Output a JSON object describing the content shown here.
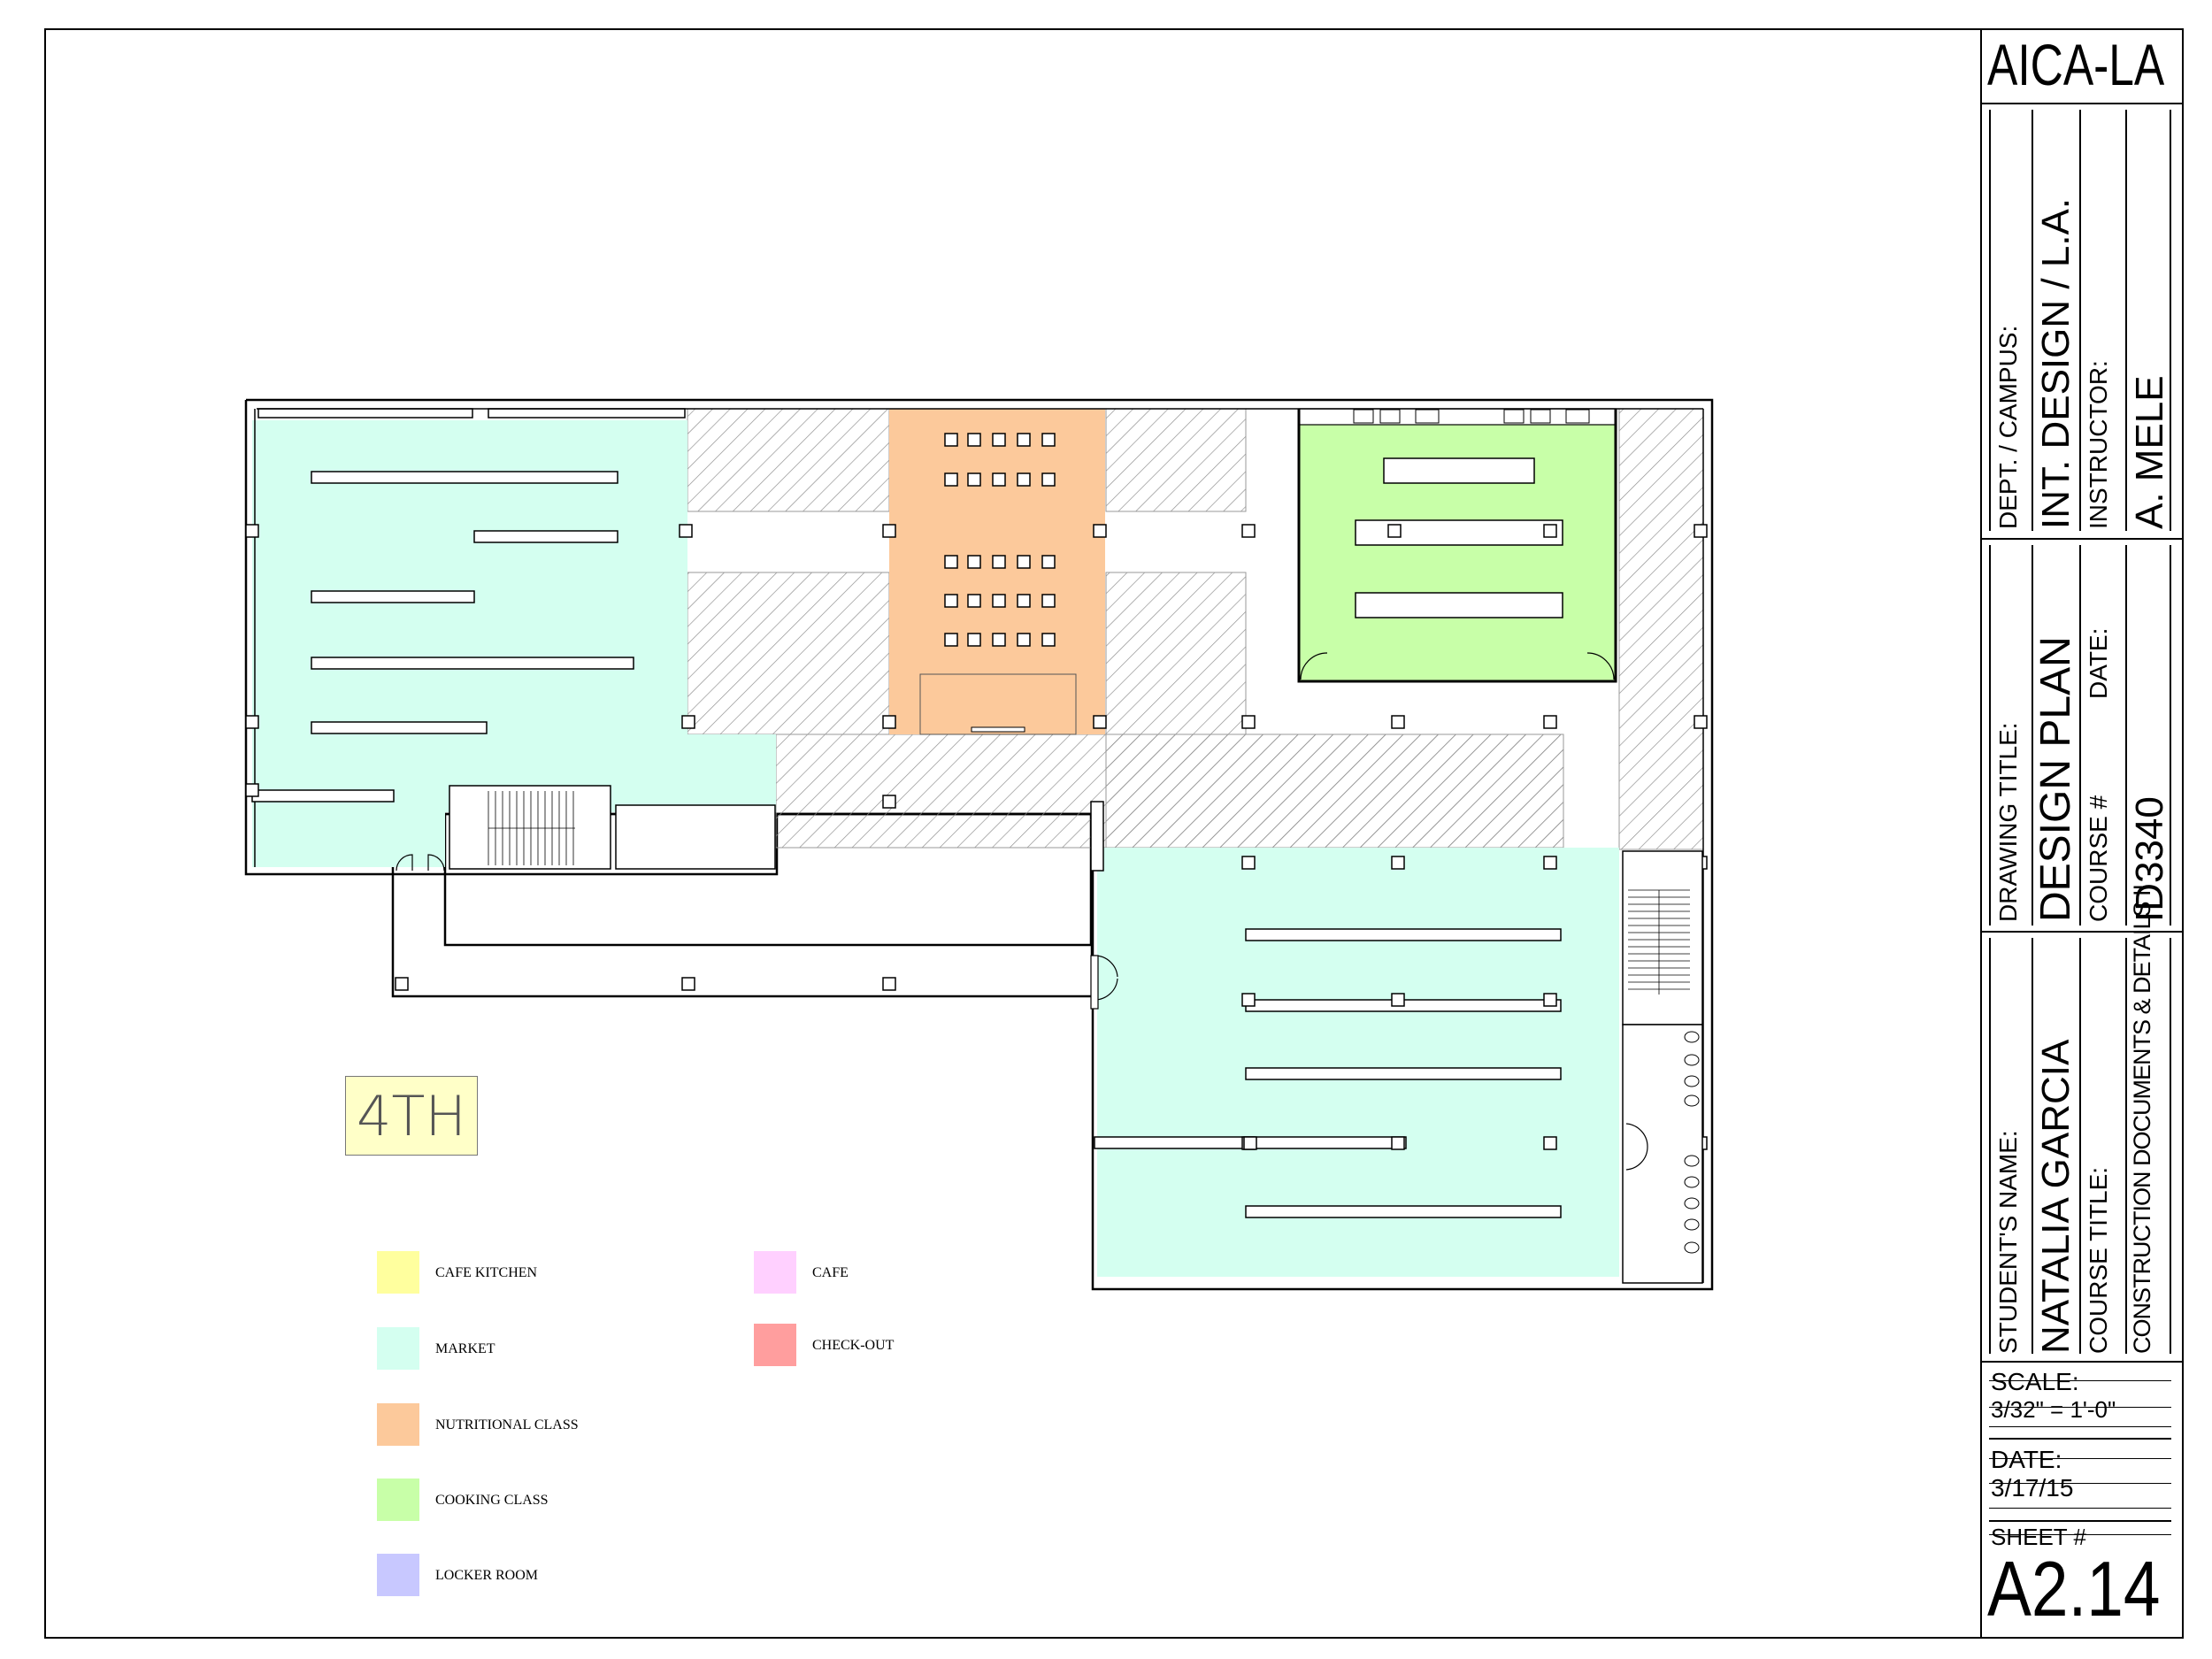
{
  "title_block": {
    "school": "AICA-LA",
    "dept_label": "DEPT.  /  CAMPUS:",
    "dept_value": "INT. DESIGN / L.A.",
    "instructor_label": "INSTRUCTOR:",
    "instructor_value": "A. MELE",
    "drawing_title_label": "DRAWING TITLE:",
    "drawing_title_value": "DESIGN PLAN",
    "date_label_vertical": "DATE:",
    "course_no_label": "COURSE #",
    "course_no_value": "ID3340",
    "student_label": "STUDENT'S NAME:",
    "student_value": "NATALIA GARCIA",
    "course_title_label": "COURSE TITLE:",
    "course_title_value": "CONSTRUCTION DOCUMENTS & DETAILS II",
    "scale_label": "SCALE:",
    "scale_value": "3/32\" = 1'-0\"",
    "date_label": "DATE:",
    "date_value": "3/17/15",
    "sheet_label": "SHEET #",
    "sheet_value": "A2.14"
  },
  "plan": {
    "floor_tag": "4TH"
  },
  "legend": [
    {
      "label": "CAFE KITCHEN",
      "color": "#ffff9e"
    },
    {
      "label": "MARKET",
      "color": "#d4fff0"
    },
    {
      "label": "NUTRITIONAL CLASS",
      "color": "#fcc99b"
    },
    {
      "label": "COOKING CLASS",
      "color": "#c8ffa8"
    },
    {
      "label": "LOCKER ROOM",
      "color": "#c8c8ff"
    },
    {
      "label": "CAFE",
      "color": "#ffd0ff"
    },
    {
      "label": "CHECK-OUT",
      "color": "#ff9e9e"
    }
  ],
  "colors": {
    "market": "#d4fff0",
    "nutritional_class": "#fcc99b",
    "cooking_class": "#c8ffa8",
    "hatch": "#888888",
    "floor_tag_bg": "#ffffc8"
  }
}
